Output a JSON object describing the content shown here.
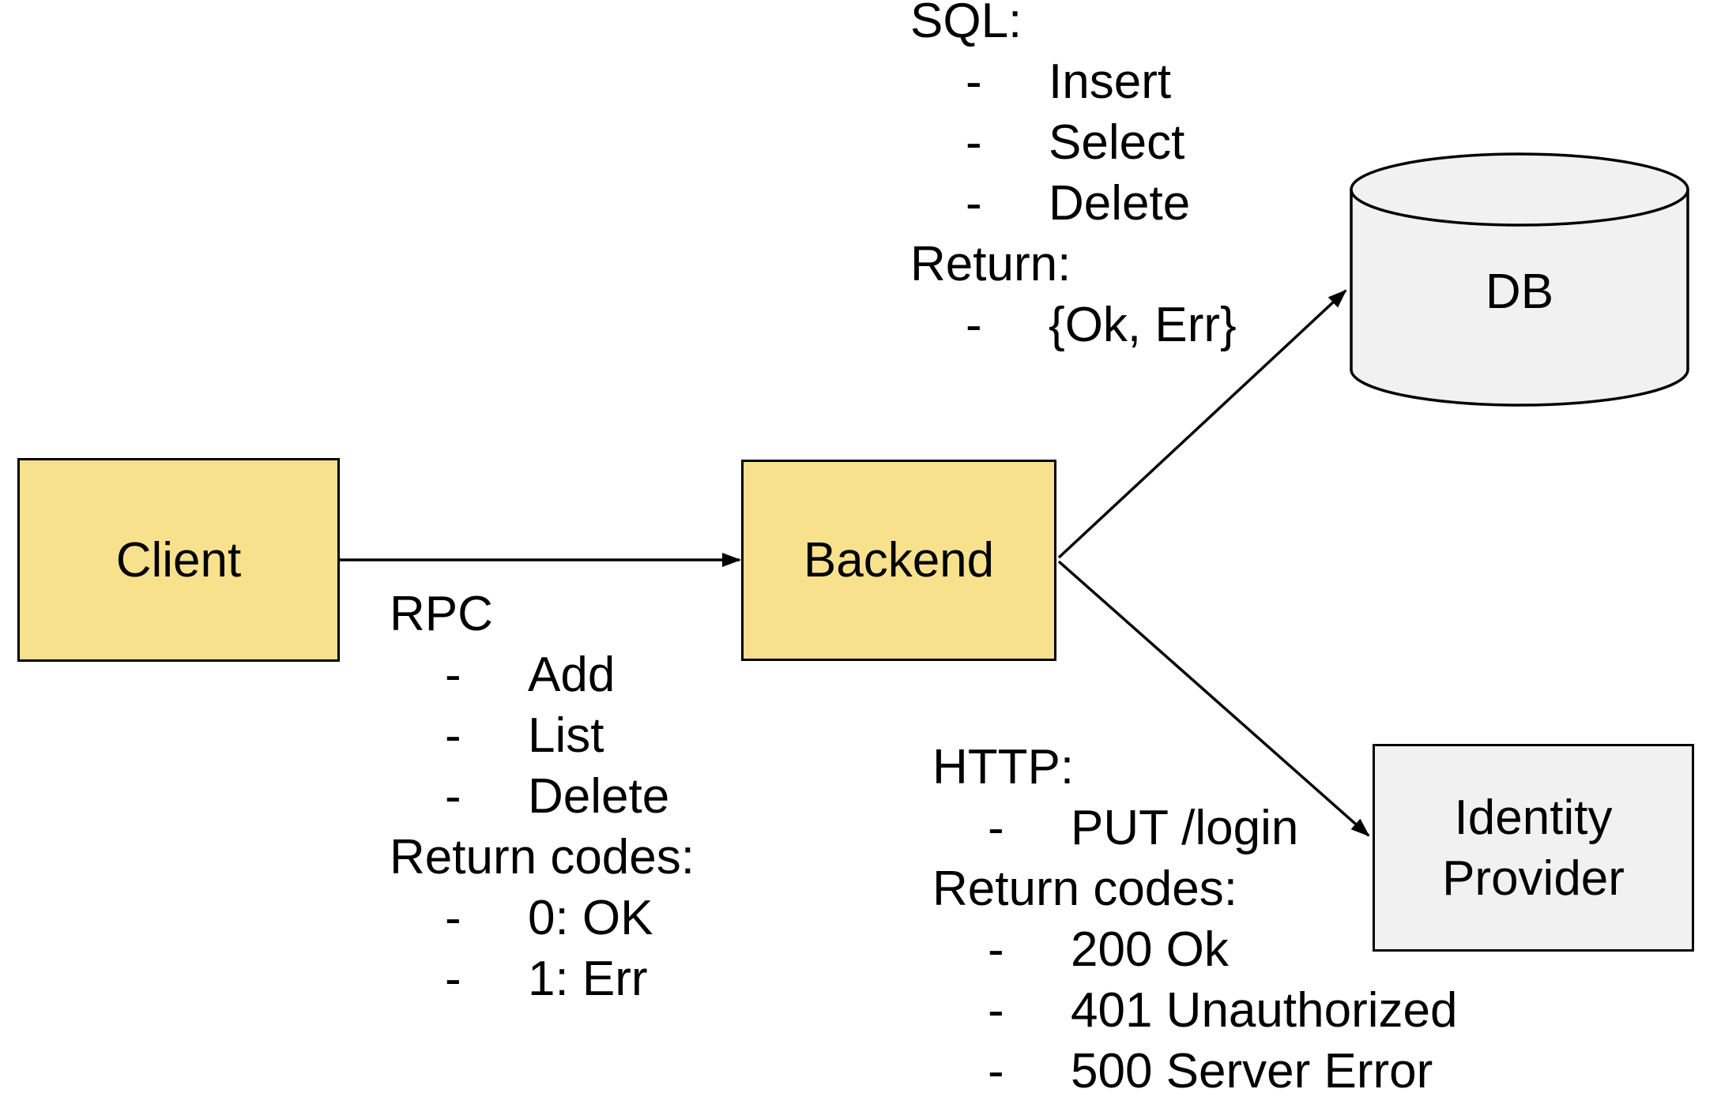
{
  "palette": {
    "node_yellow": "#F7E18C",
    "node_gray": "#F1F1F1",
    "stroke": "#000000",
    "background": "#FFFFFF"
  },
  "bullet_char": "-",
  "nodes": {
    "client": {
      "label": "Client"
    },
    "backend": {
      "label": "Backend"
    },
    "db": {
      "label": "DB"
    },
    "identity_provider": {
      "line1": "Identity",
      "line2": "Provider"
    }
  },
  "edge_labels": {
    "rpc": {
      "lines": [
        {
          "text": "RPC"
        },
        {
          "text": "Add",
          "bullet": true
        },
        {
          "text": "List",
          "bullet": true
        },
        {
          "text": "Delete",
          "bullet": true
        },
        {
          "text": "Return codes:"
        },
        {
          "text": "0: OK",
          "bullet": true
        },
        {
          "text": "1: Err",
          "bullet": true
        }
      ]
    },
    "sql": {
      "lines": [
        {
          "text": "SQL:"
        },
        {
          "text": "Insert",
          "bullet": true
        },
        {
          "text": "Select",
          "bullet": true
        },
        {
          "text": "Delete",
          "bullet": true
        },
        {
          "text": "Return:"
        },
        {
          "text": "{Ok, Err}",
          "bullet": true
        }
      ]
    },
    "http": {
      "lines": [
        {
          "text": "HTTP:"
        },
        {
          "text": "PUT /login",
          "bullet": true
        },
        {
          "text": "Return codes:"
        },
        {
          "text": "200 Ok",
          "bullet": true
        },
        {
          "text": "401 Unauthorized",
          "bullet": true
        },
        {
          "text": "500 Server Error",
          "bullet": true
        }
      ]
    }
  }
}
